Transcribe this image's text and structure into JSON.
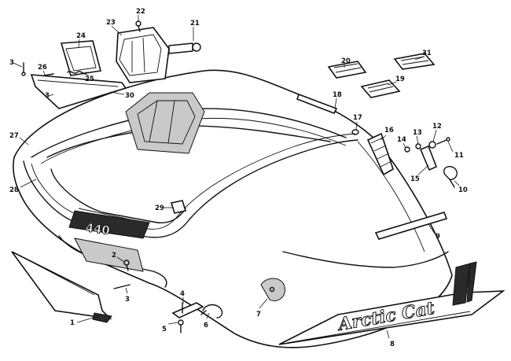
{
  "callouts": {
    "c1": "1",
    "c2": "2",
    "c3a": "3",
    "c3b": "3",
    "c3c": "3",
    "c4": "4",
    "c5": "5",
    "c6": "6",
    "c7": "7",
    "c8": "8",
    "c9": "9",
    "c10": "10",
    "c11": "11",
    "c12": "12",
    "c13": "13",
    "c14": "14",
    "c15": "15",
    "c16": "16",
    "c17": "17",
    "c18": "18",
    "c19": "19",
    "c20": "20",
    "c21": "21",
    "c22": "22",
    "c23": "23",
    "c24": "24",
    "c25": "25",
    "c26": "26",
    "c27": "27",
    "c28": "28",
    "c29": "29",
    "c30": "30",
    "c31": "31"
  },
  "hood_model_number": "440",
  "brand_emblem": "Arctic Cat",
  "colors": {
    "line": "#111111",
    "background": "#ffffff",
    "shade": "#c9c9c9"
  }
}
